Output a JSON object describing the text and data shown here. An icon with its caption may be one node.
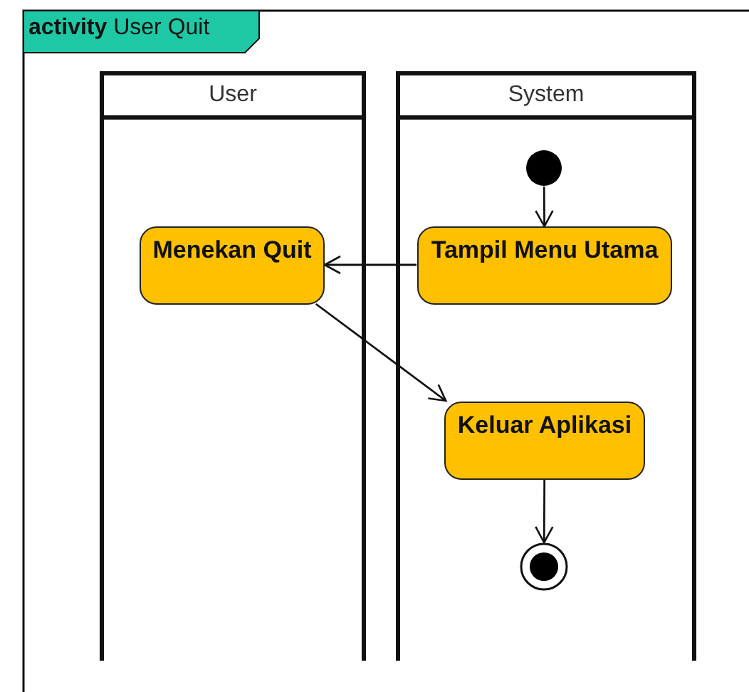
{
  "diagram": {
    "title": "**activity** User Quit",
    "nodes": [
      {
        "text": [
          "User"
        ]
      },
      {
        "text": [
          "System"
        ]
      },
      {
        "text": [
          "Menekan Quit"
        ],
        "in": 0
      },
      {
        "text": [
          "Tampil Menu Utama"
        ],
        "in": 1
      },
      {
        "text": [],
        "shape": "circle",
        "in": 1
      },
      {
        "text": [
          "Keluar Aplikasi"
        ],
        "in": 1
      },
      {
        "text": [],
        "shape": "bullseye",
        "in": 1
      }
    ],
    "edges": [
      {
        "from": 4,
        "to": 3,
        "arrow": "to"
      },
      {
        "from": 3,
        "to": 2,
        "arrow": "to"
      },
      {
        "from": 2,
        "to": 5,
        "arrow": "to"
      },
      {
        "from": 5,
        "to": 6,
        "arrow": "to"
      }
    ]
  }
}
